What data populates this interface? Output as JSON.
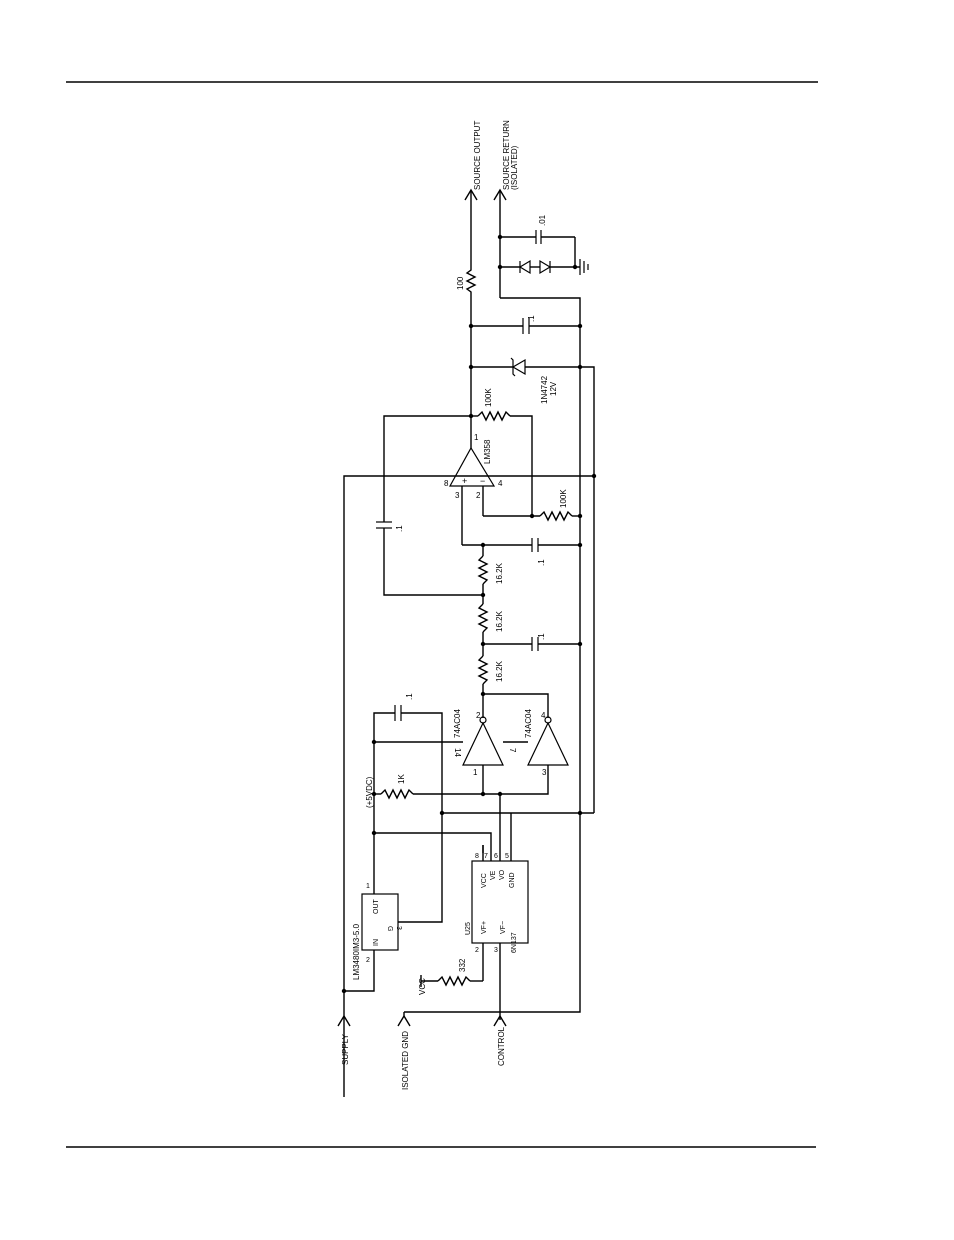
{
  "ports": {
    "source_output": "SOURCE OUTPUT",
    "source_return": "SOURCE RETURN",
    "source_return_note": "(ISOLATED)",
    "supply": "SUPPLY",
    "isolated_gnd": "ISOLATED GND",
    "control": "CONTROL",
    "vcc": "VCC"
  },
  "components": {
    "r_out": "100",
    "c_out": ".01",
    "c_filter_top": ".1",
    "zener_part": "1N4742",
    "zener_value": "12V",
    "r_feedback": "100K",
    "r_input": "100K",
    "opamp": "LM358",
    "opamp_pin1": "1",
    "opamp_pin2": "2",
    "opamp_pin3": "3",
    "opamp_pin4": "4",
    "opamp_pin8": "8",
    "opamp_plus": "+",
    "opamp_minus": "−",
    "c_fb": ".1",
    "c_mid": ".1",
    "c_low": ".1",
    "r1": "16.2K",
    "r2": "16.2K",
    "r3": "16.2K",
    "inverter1": "74AC04",
    "inverter2": "74AC04",
    "inv1_in": "1",
    "inv1_out": "2",
    "inv1_vcc": "14",
    "inv2_in": "3",
    "inv2_out": "4",
    "inv2_gnd": "7",
    "c_reg": ".1",
    "r_pull": "1K",
    "rail": "(+5VDC)",
    "regulator": "LM3480IM3-5.0",
    "reg_in": "IN",
    "reg_out": "OUT",
    "reg_g": "G",
    "reg_pin1": "1",
    "reg_pin2": "2",
    "reg_pin3": "3",
    "opto_ref": "U25",
    "opto_part": "6N137",
    "opto_vcc": "VCC",
    "opto_ve": "VE",
    "opto_vo": "VO",
    "opto_gnd": "GND",
    "opto_vfp": "VF+",
    "opto_vfm": "VF−",
    "opto_pin8": "8",
    "opto_pin7": "7",
    "opto_pin6": "6",
    "opto_pin5": "5",
    "opto_pin2": "2",
    "opto_pin3": "3",
    "r_led": "332"
  }
}
